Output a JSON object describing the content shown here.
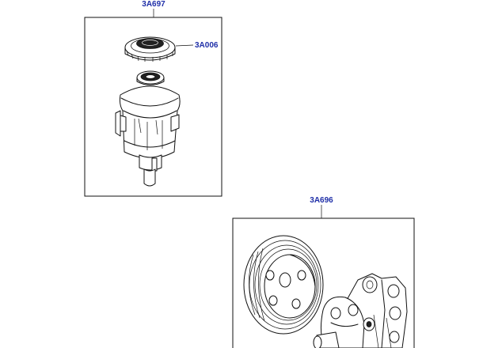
{
  "parts": [
    {
      "id": "reservoir",
      "callout": "3A697"
    },
    {
      "id": "reservoir-cap",
      "callout": "3A006"
    },
    {
      "id": "power-steering-pump",
      "callout": "3A696"
    }
  ]
}
